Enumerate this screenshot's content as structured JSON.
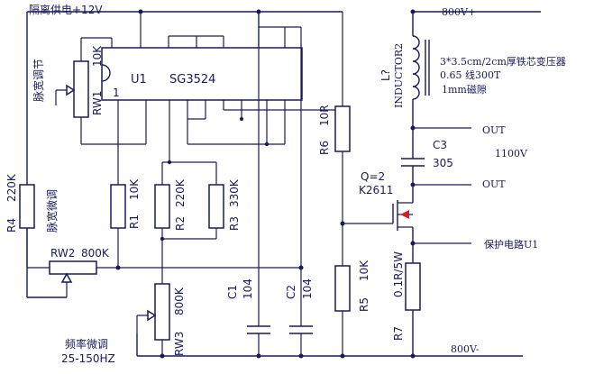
{
  "supply_label": "隔离供电+12V",
  "ic": {
    "ref": "U1",
    "part": "SG3524",
    "pin1": "1"
  },
  "rw1": {
    "ref": "RW1",
    "value": "10K",
    "note": "脉宽调节"
  },
  "r4": {
    "ref": "R4",
    "value": "220K",
    "note": "脉宽微调"
  },
  "rw2": {
    "ref": "RW2",
    "value": "800K"
  },
  "r1": {
    "ref": "R1",
    "value": "10K"
  },
  "r2": {
    "ref": "R2",
    "value": "220K"
  },
  "r3": {
    "ref": "R3",
    "value": "330K"
  },
  "rw3": {
    "ref": "RW3",
    "value": "800K"
  },
  "freq_note": {
    "line1": "频率微调",
    "line2": "25-150HZ"
  },
  "c1": {
    "ref": "C1",
    "value": "104"
  },
  "c2": {
    "ref": "C2",
    "value": "104"
  },
  "r6": {
    "ref": "R6",
    "value": "10R"
  },
  "r5": {
    "ref": "R5",
    "value": "10K"
  },
  "q": {
    "ref": "Q=2",
    "part": "K2611"
  },
  "inductor": {
    "ref": "L?",
    "part": "INDUCTOR2"
  },
  "transformer_note": {
    "line1": "3*3.5cm/2cm厚铁芯变压器",
    "line2": "0.65 线300T",
    "line3": "1mm磁隙"
  },
  "c3": {
    "ref": "C3",
    "value": "305"
  },
  "r7": {
    "ref": "R7",
    "value": "0.1R/5W"
  },
  "hv_plus": "800V+",
  "hv_minus": "800V-",
  "out1": "OUT",
  "out2": "OUT",
  "out_voltage": "1100V",
  "protect": "保护电路U1"
}
